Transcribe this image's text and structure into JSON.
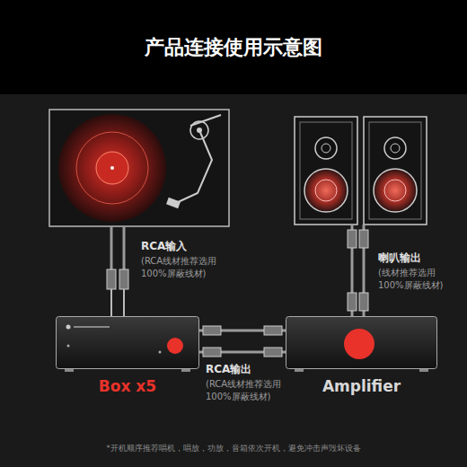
{
  "diagram": {
    "title": "产品连接使用示意图",
    "caption": "*开机顺序推荐唱机，唱放，功放，音箱依次开机，避免冲击声毁坏设备",
    "nodes": [
      {
        "text": [
          "Box x5"
        ]
      },
      {
        "text": [
          "Amplifier"
        ]
      }
    ],
    "edges": [
      {
        "from": 0,
        "to": 1,
        "arrow": "none"
      }
    ],
    "labels": [
      "RCA输入",
      "(RCA线材推荐选用 100%屏蔽线材)",
      "喇叭输出",
      "(线材推荐选用 100%屏蔽线材)",
      "RCA输出",
      "(RCA线材推荐选用 100%屏蔽线材)"
    ]
  }
}
